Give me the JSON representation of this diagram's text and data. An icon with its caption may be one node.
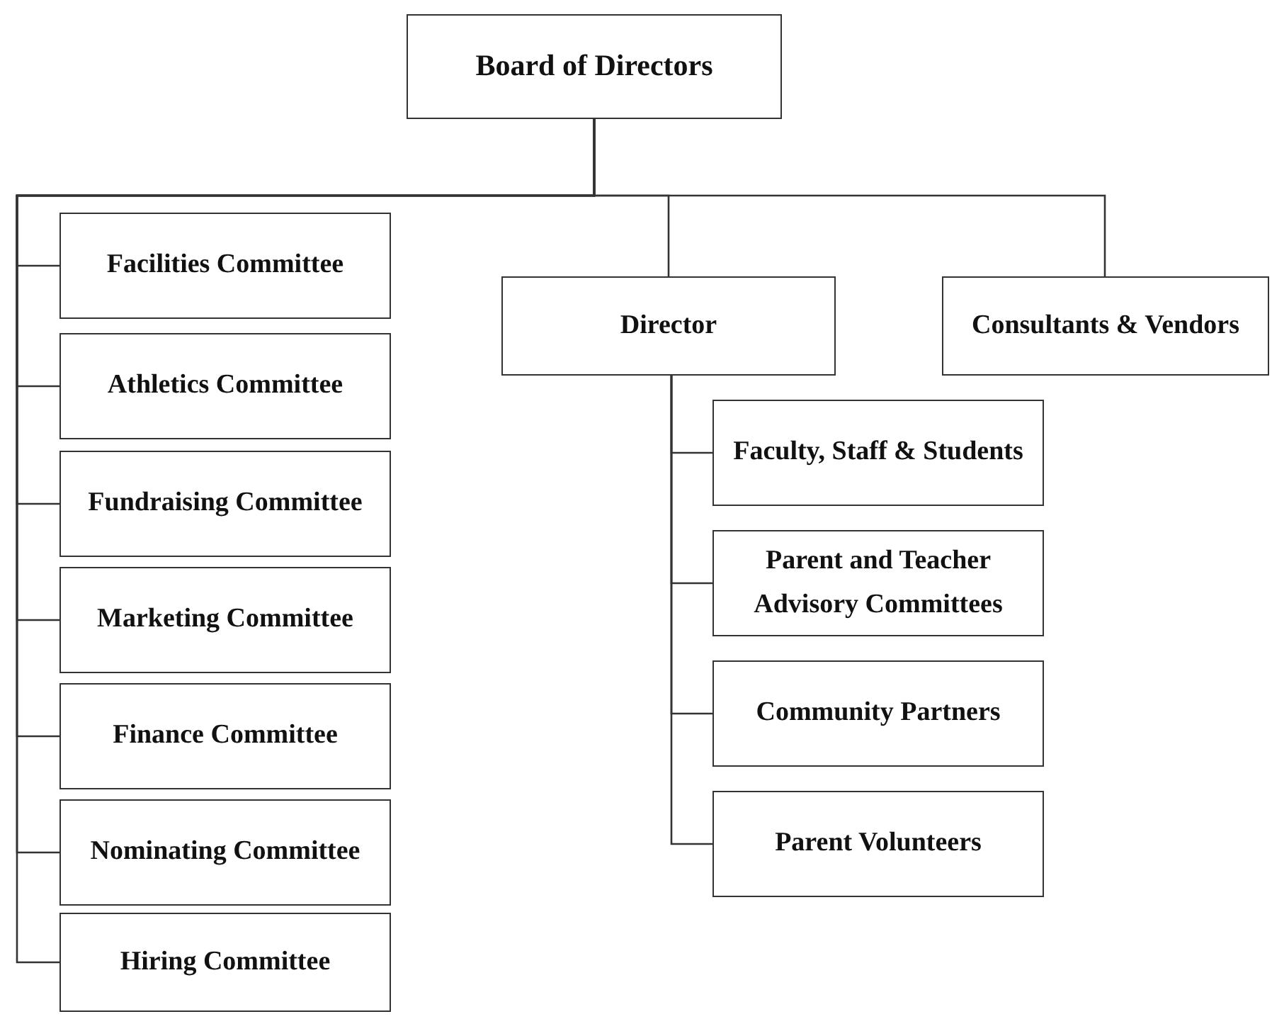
{
  "diagram": {
    "nodes": [
      {
        "text": [
          "Board of Directors"
        ]
      },
      {
        "text": [
          "Facilities Committee"
        ]
      },
      {
        "text": [
          "Athletics Committee"
        ]
      },
      {
        "text": [
          "Fundraising Committee"
        ]
      },
      {
        "text": [
          "Marketing Committee"
        ]
      },
      {
        "text": [
          "Finance Committee"
        ]
      },
      {
        "text": [
          "Nominating Committee"
        ]
      },
      {
        "text": [
          "Hiring Committee"
        ]
      },
      {
        "text": [
          "Director"
        ]
      },
      {
        "text": [
          "Consultants & Vendors"
        ]
      },
      {
        "text": [
          "Faculty, Staff & Students"
        ]
      },
      {
        "text": [
          "Parent and Teacher Advisory Committees"
        ]
      },
      {
        "text": [
          "Community Partners"
        ]
      },
      {
        "text": [
          "Parent Volunteers"
        ]
      }
    ],
    "edges": [
      {
        "from": 0,
        "to": 1,
        "arrow": "none"
      },
      {
        "from": 0,
        "to": 2,
        "arrow": "none"
      },
      {
        "from": 0,
        "to": 3,
        "arrow": "none"
      },
      {
        "from": 0,
        "to": 4,
        "arrow": "none"
      },
      {
        "from": 0,
        "to": 5,
        "arrow": "none"
      },
      {
        "from": 0,
        "to": 6,
        "arrow": "none"
      },
      {
        "from": 0,
        "to": 7,
        "arrow": "none"
      },
      {
        "from": 0,
        "to": 8,
        "arrow": "none"
      },
      {
        "from": 0,
        "to": 9,
        "arrow": "none"
      },
      {
        "from": 8,
        "to": 10,
        "arrow": "none"
      },
      {
        "from": 8,
        "to": 11,
        "arrow": "none"
      },
      {
        "from": 8,
        "to": 12,
        "arrow": "none"
      },
      {
        "from": 8,
        "to": 13,
        "arrow": "none"
      }
    ]
  }
}
